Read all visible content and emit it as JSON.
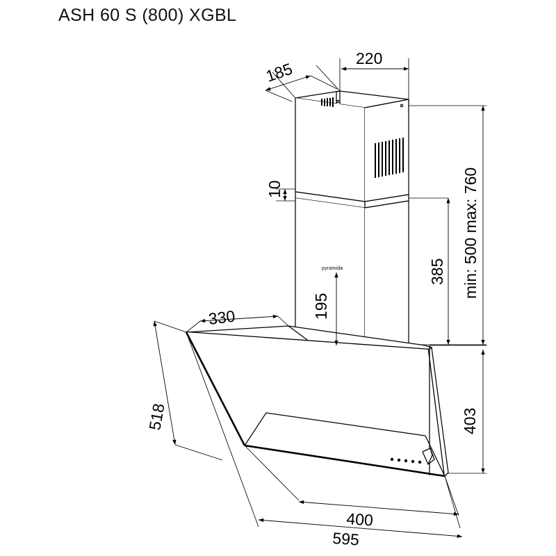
{
  "drawing": {
    "title": "ASH 60 S (800) XGBL",
    "brand_logo_text": "pyramida",
    "units": "mm",
    "view": "isometric technical dimension drawing of an inclined glass cooker hood"
  },
  "dimensions": {
    "chimney_top_depth": "185",
    "chimney_top_width": "220",
    "chimney_collar_height": "10",
    "chimney_lower_height": "195",
    "chimney_total_height": "385",
    "mounting_range": "min: 500 max: 760",
    "hood_top_depth": "330",
    "hood_slant_height": "518",
    "hood_right_height": "403",
    "hood_front_panel_width": "400",
    "hood_total_width": "595"
  },
  "labels": {
    "d185": "185",
    "d220": "220",
    "d10": "10",
    "d195": "195",
    "d385": "385",
    "dminmax": "min: 500 max: 760",
    "d330": "330",
    "d518": "518",
    "d403": "403",
    "d400": "400",
    "d595": "595"
  },
  "colors": {
    "stroke": "#000000",
    "background": "#ffffff",
    "dimension_line": "#000000"
  },
  "controls": {
    "count": 5,
    "description": "touch control dots on front glass panel"
  }
}
